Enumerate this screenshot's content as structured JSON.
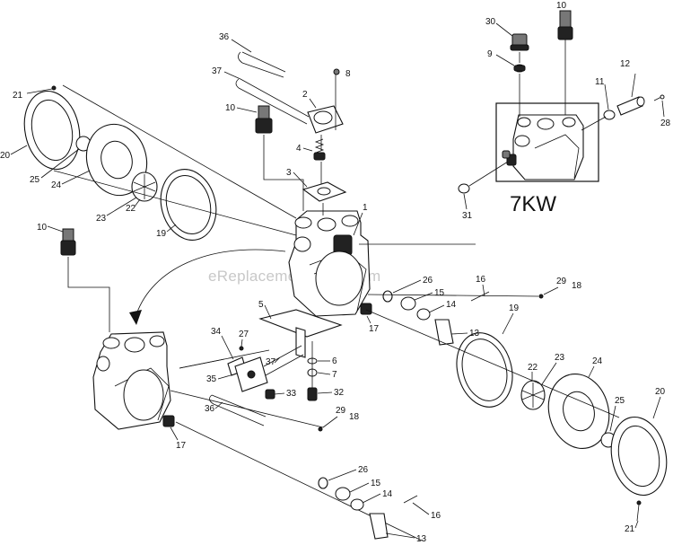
{
  "watermark": "eReplacementParts.com",
  "inset": {
    "title": "7KW"
  },
  "callouts": {
    "c1": "1",
    "c2": "2",
    "c3": "3",
    "c4": "4",
    "c5": "5",
    "c6": "6",
    "c7": "7",
    "c8": "8",
    "c9": "9",
    "c10a": "10",
    "c10b": "10",
    "c10c": "10",
    "c11": "11",
    "c12": "12",
    "c13a": "13",
    "c13b": "13",
    "c14a": "14",
    "c14b": "14",
    "c15a": "15",
    "c15b": "15",
    "c16a": "16",
    "c16b": "16",
    "c17a": "17",
    "c17b": "17",
    "c18a": "18",
    "c18b": "18",
    "c19a": "19",
    "c19b": "19",
    "c20a": "20",
    "c20b": "20",
    "c21a": "21",
    "c21b": "21",
    "c22a": "22",
    "c22b": "22",
    "c23a": "23",
    "c23b": "23",
    "c24a": "24",
    "c24b": "24",
    "c25a": "25",
    "c25b": "25",
    "c26a": "26",
    "c26b": "26",
    "c27": "27",
    "c28": "28",
    "c29a": "29",
    "c29b": "29",
    "c30": "30",
    "c31": "31",
    "c32": "32",
    "c33": "33",
    "c34": "34",
    "c35": "35",
    "c36a": "36",
    "c36b": "36",
    "c37a": "37",
    "c37b": "37"
  }
}
